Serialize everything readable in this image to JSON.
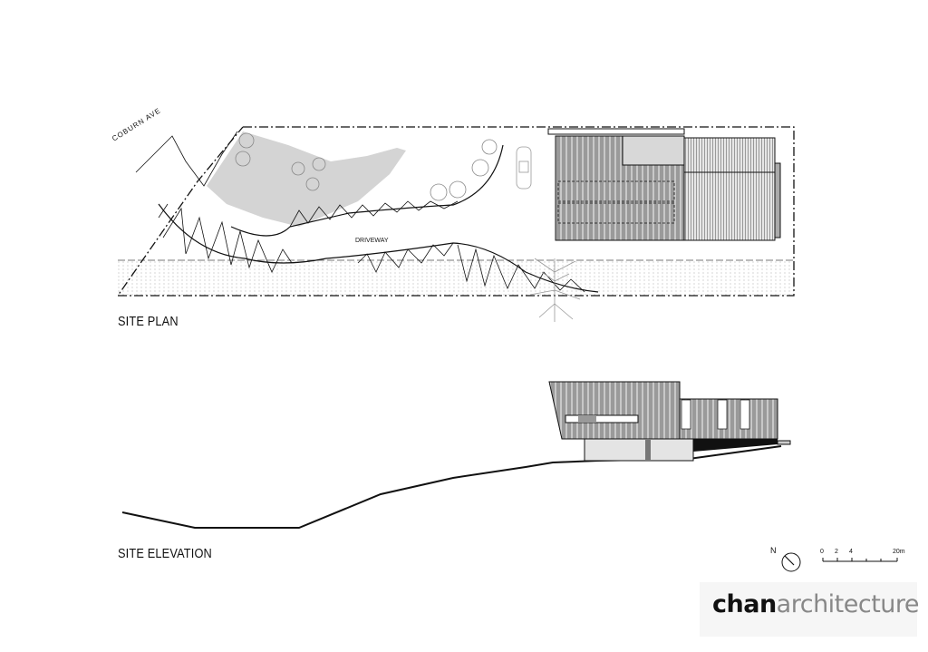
{
  "site_plan": {
    "title": "SITE PLAN",
    "street_label": "COBURN AVE",
    "driveway_label": "DRIVEWAY"
  },
  "site_elevation": {
    "title": "SITE ELEVATION"
  },
  "north_arrow": {
    "label": "N"
  },
  "scale_bar": {
    "ticks": [
      "0",
      "2",
      "4",
      "20m"
    ]
  },
  "logo": {
    "bold": "chan",
    "light": "architecture"
  }
}
